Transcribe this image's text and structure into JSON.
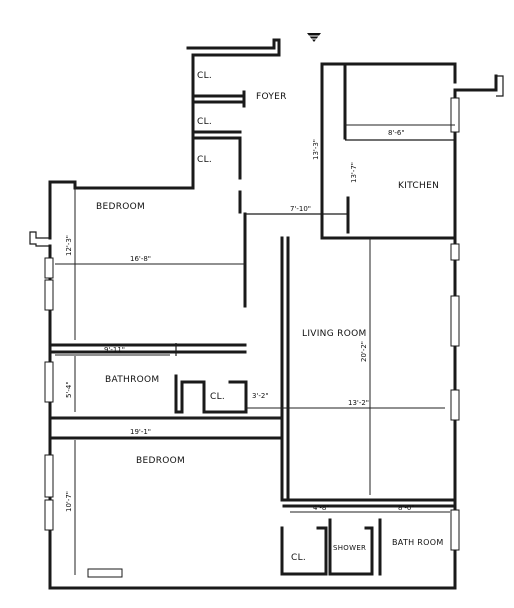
{
  "rooms": {
    "foyer": "FOYER",
    "closet_1": "CL.",
    "closet_2": "CL.",
    "closet_3": "CL.",
    "bedroom_1": "BEDROOM",
    "kitchen": "KITCHEN",
    "living_room": "LIVING ROOM",
    "bathroom_1": "BATHROOM",
    "closet_4": "CL.",
    "bedroom_2": "BEDROOM",
    "closet_5": "CL.",
    "shower": "SHOWER",
    "bathroom_2": "BATH ROOM"
  },
  "dimensions": {
    "kitchen_width": "8'-6\"",
    "kitchen_depth": "13'-7\"",
    "kitchen_wall": "13'-3\"",
    "hall_width": "7'-10\"",
    "bedroom_1_width": "16'-8\"",
    "bedroom_1_depth": "12'-3\"",
    "living_depth": "20'-2\"",
    "living_width": "13'-2\"",
    "hall_width_2": "3'-2\"",
    "bath_width": "9'-11\"",
    "bath_depth": "5'-4\"",
    "bedroom_2_width": "19'-1\"",
    "bedroom_2_depth": "10'-7\"",
    "closet_width": "4'-8\"",
    "bath_2_width": "8'-0\""
  }
}
